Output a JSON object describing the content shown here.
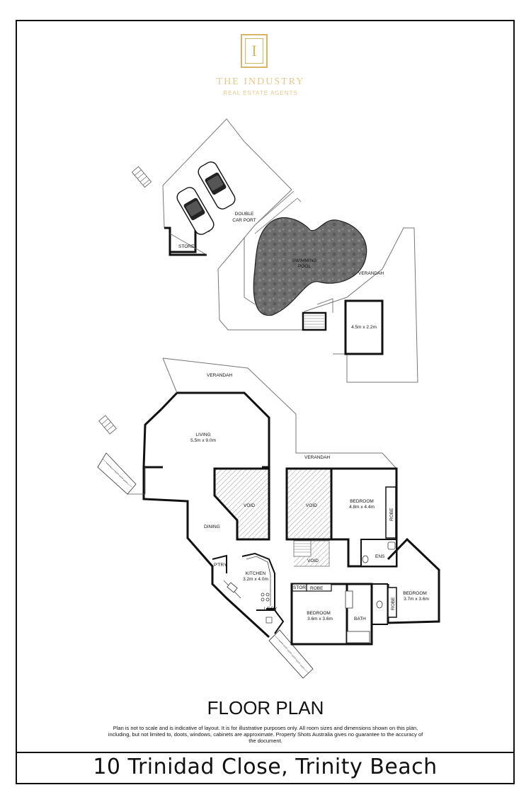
{
  "branding": {
    "logo_letter": "I",
    "name": "THE INDUSTRY",
    "subtitle": "REAL ESTATE AGENTS",
    "accent_color": "#d8b665"
  },
  "upper_plan": {
    "rooms": {
      "carport": [
        "DOUBLE",
        "CAR PORT"
      ],
      "store": "STORE",
      "pool": [
        "SWIMMING",
        "POOL"
      ],
      "verandah": "VERANDAH",
      "room_dim": "4.5m x 2.2m"
    }
  },
  "lower_plan": {
    "rooms": {
      "verandah_top": "VERANDAH",
      "verandah_mid": "VERANDAH",
      "living": "LIVING",
      "living_dim": "5.5m x 9.0m",
      "void1": "VOID",
      "void2": "VOID",
      "void3": "VOID",
      "dining": "DINING",
      "bedroom_main": "BEDROOM",
      "bedroom_main_dim": "4.8m x 4.4m",
      "robe1": "ROBE",
      "ens": "ENS",
      "ptry": "P'TRY",
      "kitchen": "KITCHEN",
      "kitchen_dim": "3.2m x 4.0m",
      "store": "STORE",
      "robe2": "ROBE",
      "ldry": "L'DRY",
      "bedroom2": "BEDROOM",
      "bedroom2_dim": "3.6m x 3.6m",
      "bath": "BATH",
      "robe3": "ROBE",
      "bedroom3": "BEDROOM",
      "bedroom3_dim": "3.7m x 3.6m"
    }
  },
  "title": "FLOOR PLAN",
  "disclaimer": "Plan is not to scale and is indicative of layout. It is for illustrative purposes only. All room sizes and dimensions shown on this plan, including, but not limited to, doots, windows, cabinets are approximate. Property Shots Australia gives no guarantee to the accuracy of the document.",
  "address": "10 Trinidad Close, Trinity Beach"
}
